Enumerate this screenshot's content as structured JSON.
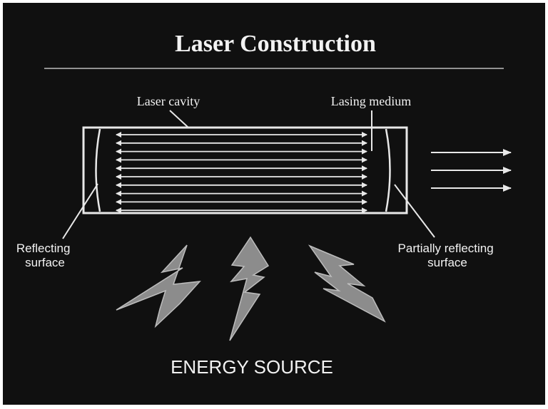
{
  "title": "Laser Construction",
  "labels": {
    "laser_cavity": "Laser cavity",
    "lasing_medium": "Lasing medium",
    "reflecting_surface": [
      "Reflecting",
      "surface"
    ],
    "partially_reflecting_surface": [
      "Partially reflecting",
      "surface"
    ],
    "energy_source": "ENERGY SOURCE"
  },
  "colors": {
    "background": "#101010",
    "line": "#e8e8e8",
    "text": "#f2f2f2",
    "bolt": "#8c8c8c"
  },
  "icons": {
    "beam_arrows": "double-headed-arrow",
    "output_beam": "right-arrow",
    "energy": "lightning-bolt"
  }
}
